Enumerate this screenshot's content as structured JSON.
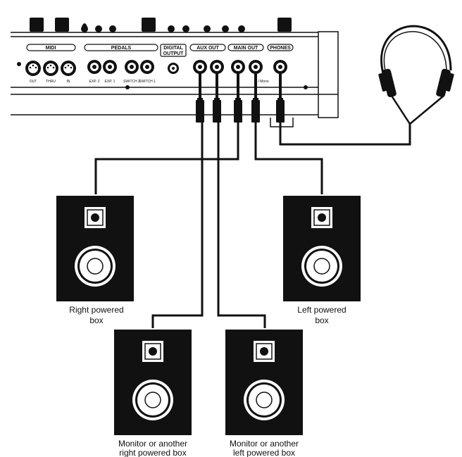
{
  "panel": {
    "sections": {
      "midi": "MIDI",
      "pedals": "PEDALS",
      "digital_output_line1": "DIGITAL",
      "digital_output_line2": "OUTPUT",
      "aux_out": "AUX OUT",
      "main_out": "MAIN OUT",
      "phones": "PHONES"
    },
    "jacks": {
      "midi_out": "OUT",
      "midi_thru": "THRU",
      "midi_in": "IN",
      "exp2": "EXP. 2",
      "exp1": "EXP. 1",
      "switch2": "SWITCH 2",
      "switch1": "SWITCH 1",
      "main_out_lmono": "L / Mono"
    }
  },
  "speakers": {
    "right_powered": {
      "line1": "Right powered",
      "line2": "box"
    },
    "left_powered": {
      "line1": "Left powered",
      "line2": "box"
    },
    "monitor_right": {
      "line1": "Monitor or another",
      "line2": "right powered box"
    },
    "monitor_left": {
      "line1": "Monitor or another",
      "line2": "left powered box"
    }
  },
  "colors": {
    "ink": "#111111",
    "cabinet": "#111111",
    "paper": "#ffffff"
  }
}
